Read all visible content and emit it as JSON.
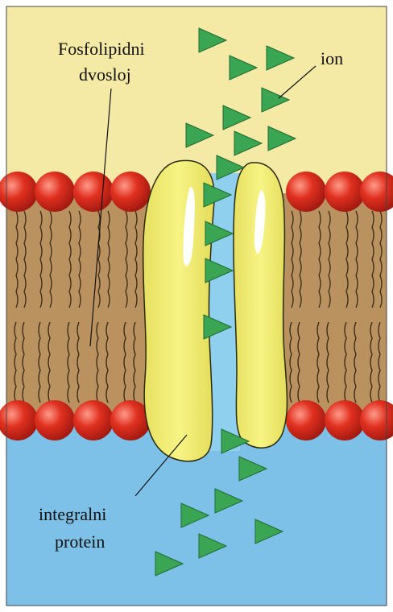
{
  "labels": {
    "phospholipid_line1": "Fosfolipidni",
    "phospholipid_line2": "dvosloj",
    "ion": "ion",
    "protein_line1": "integralni",
    "protein_line2": "protein"
  },
  "colors": {
    "upper_fluid": "#f5e9a6",
    "lower_fluid": "#7ec1e8",
    "lipid_tails": "#b9925f",
    "lipid_heads": "#d42a1e",
    "protein": "#f1ee76",
    "channel": "#8fd0ee",
    "ion": "#3aa553"
  },
  "icons": {
    "ion": "green-triangle",
    "lipid_head": "red-sphere"
  }
}
